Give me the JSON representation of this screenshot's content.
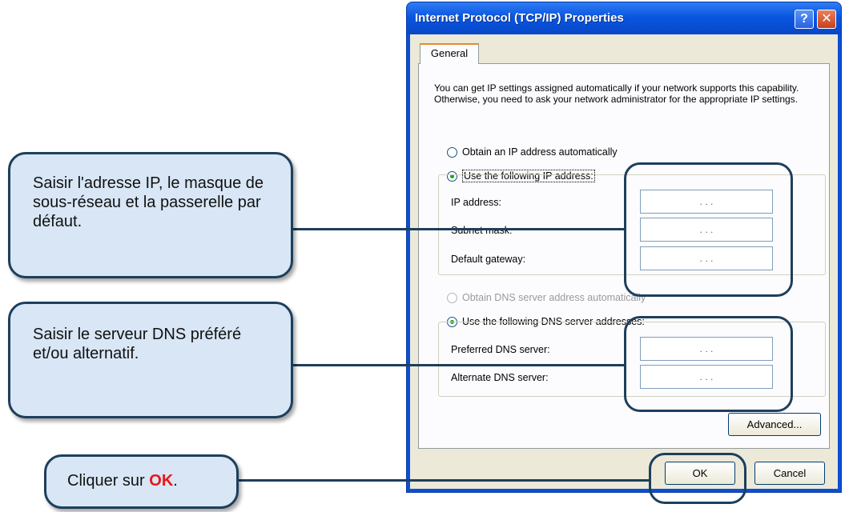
{
  "window": {
    "title": "Internet Protocol (TCP/IP) Properties",
    "help_glyph": "?",
    "close_glyph": "✕"
  },
  "tabs": [
    "General"
  ],
  "intro": "You can get IP settings assigned automatically if your network supports this capability. Otherwise, you need to ask your network administrator for the appropriate IP settings.",
  "ip_section": {
    "auto_option": "Obtain an IP address automatically",
    "manual_option": "Use the following IP address:",
    "selected": "manual",
    "fields": [
      {
        "label": "IP address:",
        "value": ". . ."
      },
      {
        "label": "Subnet mask:",
        "value": ". . ."
      },
      {
        "label": "Default gateway:",
        "value": ". . ."
      }
    ]
  },
  "dns_section": {
    "auto_option": "Obtain DNS server address automatically",
    "manual_option": "Use the following DNS server addresses:",
    "selected": "manual",
    "fields": [
      {
        "label": "Preferred DNS server:",
        "value": ". . ."
      },
      {
        "label": "Alternate DNS server:",
        "value": ". . ."
      }
    ]
  },
  "buttons": {
    "advanced": "Advanced...",
    "ok": "OK",
    "cancel": "Cancel"
  },
  "callouts": {
    "ip": "Saisir l'adresse IP, le masque de sous-réseau et la passerelle par défaut.",
    "dns": "Saisir le serveur DNS préféré et/ou alternatif.",
    "ok_prefix": "Cliquer sur ",
    "ok_word": "OK",
    "ok_suffix": "."
  },
  "colors": {
    "callout_fill": "#d8e6f5",
    "callout_border": "#1d3f5c",
    "ok_highlight": "#e8161a",
    "titlebar": "#0a56e0"
  }
}
